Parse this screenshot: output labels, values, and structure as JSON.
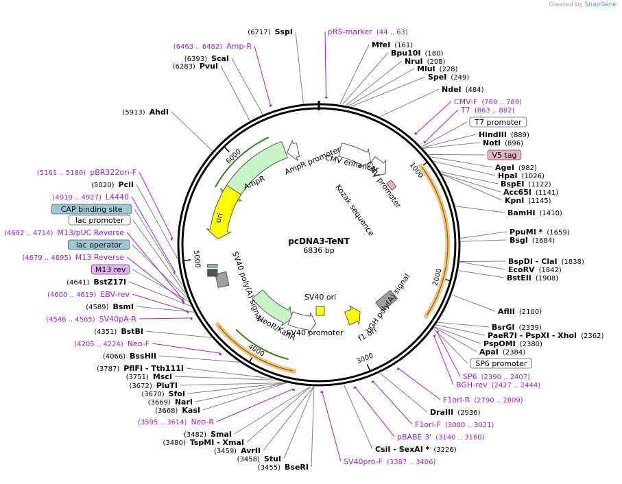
{
  "credit": {
    "prefix": "Created by",
    "brand": "SnapGene"
  },
  "plasmid": {
    "name": "pcDNA3-TeNT",
    "length": "6836 bp",
    "total_bp": 6836
  },
  "colors": {
    "primer": "#a020d0",
    "site": "#000000",
    "leader": "#808080",
    "backbone": "#000000",
    "ampr": "#c8f5c8",
    "ori": "#ffff00",
    "neo": "#c8f5c8",
    "cds": "#f2c27a"
  },
  "ticks": [
    {
      "bp": 1000,
      "label": "1000"
    },
    {
      "bp": 2000,
      "label": "2000"
    },
    {
      "bp": 3000,
      "label": "3000"
    },
    {
      "bp": 4000,
      "label": "4000"
    },
    {
      "bp": 5000,
      "label": "5000"
    },
    {
      "bp": 6000,
      "label": "6000"
    }
  ],
  "features": [
    {
      "label": "AmpR promoter",
      "bp": 6580,
      "kind": "arrow",
      "color": "#ffffff"
    },
    {
      "label": "CMV enhancer",
      "bp": 380,
      "kind": "arrow",
      "color": "#ffffff"
    },
    {
      "label": "CMV promoter",
      "bp": 650,
      "kind": "arrow",
      "color": "#ffffff"
    },
    {
      "label": "Kozak sequence",
      "bp": 925,
      "kind": "text"
    },
    {
      "label": "AmpR",
      "bp": 6000,
      "kind": "arrow",
      "color": "#c8f5c8"
    },
    {
      "label": "ori",
      "bp": 5380,
      "kind": "arrow",
      "color": "#ffff00"
    },
    {
      "label": "SV40 poly(A) signal",
      "bp": 4750,
      "kind": "box",
      "color": "#a0a0a0"
    },
    {
      "label": "NeoR/KanR",
      "bp": 4150,
      "kind": "arrow",
      "color": "#c8f5c8"
    },
    {
      "label": "SV40 promoter",
      "bp": 3620,
      "kind": "arrow",
      "color": "#ffffff"
    },
    {
      "label": "SV40 ori",
      "bp": 3560,
      "kind": "box",
      "color": "#ffff00"
    },
    {
      "label": "f1 ori",
      "bp": 2950,
      "kind": "arrow",
      "color": "#ffff00"
    },
    {
      "label": "bGH poly(A) signal",
      "bp": 2500,
      "kind": "box",
      "color": "#a0a0a0"
    }
  ],
  "labels": [
    {
      "id": "sspi",
      "bp": 6717,
      "pos": "(6717)",
      "name": "SspI",
      "kind": "site"
    },
    {
      "id": "prs",
      "bp": 54,
      "pos": "(44 .. 63)",
      "name": "pRS-marker",
      "kind": "primer"
    },
    {
      "id": "amp-r-primer",
      "bp": 6472,
      "pos": "(6463 .. 6482)",
      "name": "Amp-R",
      "kind": "primer"
    },
    {
      "id": "scai",
      "bp": 6393,
      "pos": "(6393)",
      "name": "ScaI",
      "kind": "site"
    },
    {
      "id": "pvui",
      "bp": 6283,
      "pos": "(6283)",
      "name": "PvuI",
      "kind": "site"
    },
    {
      "id": "ahdi",
      "bp": 5913,
      "pos": "(5913)",
      "name": "AhdI",
      "kind": "site"
    },
    {
      "id": "mfei",
      "bp": 161,
      "pos": "(161)",
      "name": "MfeI",
      "kind": "site"
    },
    {
      "id": "bpu10i",
      "bp": 180,
      "pos": "(180)",
      "name": "Bpu10I",
      "kind": "site"
    },
    {
      "id": "nrui",
      "bp": 208,
      "pos": "(208)",
      "name": "NruI",
      "kind": "site"
    },
    {
      "id": "mlui",
      "bp": 228,
      "pos": "(228)",
      "name": "MluI",
      "kind": "site"
    },
    {
      "id": "spei",
      "bp": 249,
      "pos": "(249)",
      "name": "SpeI",
      "kind": "site"
    },
    {
      "id": "ndei",
      "bp": 484,
      "pos": "(484)",
      "name": "NdeI",
      "kind": "site"
    },
    {
      "id": "cmvf",
      "bp": 779,
      "pos": "(769 .. 789)",
      "name": "CMV-F",
      "kind": "primer"
    },
    {
      "id": "t7",
      "bp": 872,
      "pos": "(863 .. 882)",
      "name": "T7",
      "kind": "primer"
    },
    {
      "id": "t7prom",
      "bp": 880,
      "pos": "",
      "name": "T7 promoter",
      "kind": "boxed",
      "fill": "#ffffff"
    },
    {
      "id": "hindiii",
      "bp": 889,
      "pos": "(889)",
      "name": "HindIII",
      "kind": "site"
    },
    {
      "id": "noti",
      "bp": 896,
      "pos": "(896)",
      "name": "NotI",
      "kind": "site"
    },
    {
      "id": "v5",
      "bp": 960,
      "pos": "",
      "name": "V5 tag",
      "kind": "boxed",
      "fill": "#e8b4c4"
    },
    {
      "id": "agei",
      "bp": 982,
      "pos": "(982)",
      "name": "AgeI",
      "kind": "site"
    },
    {
      "id": "hpai",
      "bp": 1026,
      "pos": "(1026)",
      "name": "HpaI",
      "kind": "site"
    },
    {
      "id": "bspei",
      "bp": 1122,
      "pos": "(1122)",
      "name": "BspEI",
      "kind": "site"
    },
    {
      "id": "acc65i",
      "bp": 1141,
      "pos": "(1141)",
      "name": "Acc65I",
      "kind": "site"
    },
    {
      "id": "kpni",
      "bp": 1145,
      "pos": "(1145)",
      "name": "KpnI",
      "kind": "site"
    },
    {
      "id": "bamhi",
      "bp": 1410,
      "pos": "(1410)",
      "name": "BamHI",
      "kind": "site"
    },
    {
      "id": "ppumi",
      "bp": 1659,
      "pos": "(1659)",
      "name": "PpuMI *",
      "kind": "site"
    },
    {
      "id": "bsgi",
      "bp": 1684,
      "pos": "(1684)",
      "name": "BsgI",
      "kind": "site"
    },
    {
      "id": "bspdi",
      "bp": 1838,
      "pos": "(1838)",
      "name": "BspDI - ClaI",
      "kind": "site"
    },
    {
      "id": "ecorv",
      "bp": 1842,
      "pos": "(1842)",
      "name": "EcoRV",
      "kind": "site"
    },
    {
      "id": "bsteii",
      "bp": 1908,
      "pos": "(1908)",
      "name": "BstEII",
      "kind": "site"
    },
    {
      "id": "aflii",
      "bp": 2100,
      "pos": "(2100)",
      "name": "AflII",
      "kind": "site"
    },
    {
      "id": "bsrgi",
      "bp": 2339,
      "pos": "(2339)",
      "name": "BsrGI",
      "kind": "site"
    },
    {
      "id": "paer7i",
      "bp": 2362,
      "pos": "(2362)",
      "name": "PaeR7I - PspXI - XhoI",
      "kind": "site"
    },
    {
      "id": "pspomi",
      "bp": 2380,
      "pos": "(2380)",
      "name": "PspOMI",
      "kind": "site"
    },
    {
      "id": "apai",
      "bp": 2384,
      "pos": "(2384)",
      "name": "ApaI",
      "kind": "site"
    },
    {
      "id": "sp6prom",
      "bp": 2395,
      "pos": "",
      "name": "SP6 promoter",
      "kind": "boxed",
      "fill": "#ffffff"
    },
    {
      "id": "sp6",
      "bp": 2398,
      "pos": "(2390 .. 2407)",
      "name": "SP6",
      "kind": "primer"
    },
    {
      "id": "bghrev",
      "bp": 2435,
      "pos": "(2427 .. 2444)",
      "name": "BGH-rev",
      "kind": "primer"
    },
    {
      "id": "f1orir",
      "bp": 2800,
      "pos": "(2790 .. 2809)",
      "name": "F1ori-R",
      "kind": "primer"
    },
    {
      "id": "draiii",
      "bp": 2936,
      "pos": "(2936)",
      "name": "DraIII",
      "kind": "site"
    },
    {
      "id": "f1orif",
      "bp": 3010,
      "pos": "(3000 .. 3021)",
      "name": "F1ori-F",
      "kind": "primer"
    },
    {
      "id": "pbabe",
      "bp": 3150,
      "pos": "(3140 .. 3160)",
      "name": "pBABE 3'",
      "kind": "primer"
    },
    {
      "id": "csii",
      "bp": 3226,
      "pos": "(3226)",
      "name": "CsiI - SexAI *",
      "kind": "site"
    },
    {
      "id": "sv40prof",
      "bp": 3396,
      "pos": "(3387 .. 3406)",
      "name": "SV40pro-F",
      "kind": "primer"
    },
    {
      "id": "bseri",
      "bp": 3455,
      "pos": "(3455)",
      "name": "BseRI",
      "kind": "site"
    },
    {
      "id": "stui",
      "bp": 3458,
      "pos": "(3458)",
      "name": "StuI",
      "kind": "site"
    },
    {
      "id": "avrii",
      "bp": 3459,
      "pos": "(3459)",
      "name": "AvrII",
      "kind": "site"
    },
    {
      "id": "tspmi",
      "bp": 3480,
      "pos": "(3480)",
      "name": "TspMI - XmaI",
      "kind": "site"
    },
    {
      "id": "smai",
      "bp": 3482,
      "pos": "(3482)",
      "name": "SmaI",
      "kind": "site"
    },
    {
      "id": "neor-primer",
      "bp": 3605,
      "pos": "(3595 .. 3614)",
      "name": "Neo-R",
      "kind": "primer"
    },
    {
      "id": "kasi",
      "bp": 3668,
      "pos": "(3668)",
      "name": "KasI",
      "kind": "site"
    },
    {
      "id": "nari",
      "bp": 3669,
      "pos": "(3669)",
      "name": "NarI",
      "kind": "site"
    },
    {
      "id": "sfoi",
      "bp": 3670,
      "pos": "(3670)",
      "name": "SfoI",
      "kind": "site"
    },
    {
      "id": "pluti",
      "bp": 3672,
      "pos": "(3672)",
      "name": "PluTI",
      "kind": "site"
    },
    {
      "id": "msci",
      "bp": 3751,
      "pos": "(3751)",
      "name": "MscI",
      "kind": "site"
    },
    {
      "id": "pflfi",
      "bp": 3787,
      "pos": "(3787)",
      "name": "PflFI - Tth111I",
      "kind": "site"
    },
    {
      "id": "bsshii",
      "bp": 4066,
      "pos": "(4066)",
      "name": "BssHII",
      "kind": "site"
    },
    {
      "id": "neof",
      "bp": 4215,
      "pos": "(4205 .. 4224)",
      "name": "Neo-F",
      "kind": "primer"
    },
    {
      "id": "bstbi",
      "bp": 4351,
      "pos": "(4351)",
      "name": "BstBI",
      "kind": "site"
    },
    {
      "id": "sv40par",
      "bp": 4555,
      "pos": "(4546 .. 4565)",
      "name": "SV40pA-R",
      "kind": "primer"
    },
    {
      "id": "bsmi",
      "bp": 4589,
      "pos": "(4589)",
      "name": "BsmI",
      "kind": "site"
    },
    {
      "id": "ebvrev",
      "bp": 4610,
      "pos": "(4600 .. 4619)",
      "name": "EBV-rev",
      "kind": "primer"
    },
    {
      "id": "bstz17i",
      "bp": 4641,
      "pos": "(4641)",
      "name": "BstZ17I",
      "kind": "site"
    },
    {
      "id": "m13rev",
      "bp": 4680,
      "pos": "",
      "name": "M13 rev",
      "kind": "boxed",
      "fill": "#e0b0f0"
    },
    {
      "id": "m13reverse",
      "bp": 4687,
      "pos": "(4679 .. 4695)",
      "name": "M13 Reverse",
      "kind": "primer"
    },
    {
      "id": "lacop",
      "bp": 4705,
      "pos": "",
      "name": "lac operator",
      "kind": "boxed",
      "fill": "#9cc8d4"
    },
    {
      "id": "m13puc",
      "bp": 4703,
      "pos": "(4692 .. 4714)",
      "name": "M13/pUC Reverse",
      "kind": "primer"
    },
    {
      "id": "lacprom",
      "bp": 4740,
      "pos": "",
      "name": "lac promoter",
      "kind": "boxed",
      "fill": "#ffffff"
    },
    {
      "id": "capbind",
      "bp": 4800,
      "pos": "",
      "name": "CAP binding site",
      "kind": "boxed",
      "fill": "#9cc8d4"
    },
    {
      "id": "l4440",
      "bp": 4918,
      "pos": "(4910 .. 4927)",
      "name": "L4440",
      "kind": "primer"
    },
    {
      "id": "pcii",
      "bp": 5020,
      "pos": "(5020)",
      "name": "PciI",
      "kind": "site"
    },
    {
      "id": "pbr322",
      "bp": 5170,
      "pos": "(5161 .. 5180)",
      "name": "pBR322ori-F",
      "kind": "primer"
    }
  ]
}
